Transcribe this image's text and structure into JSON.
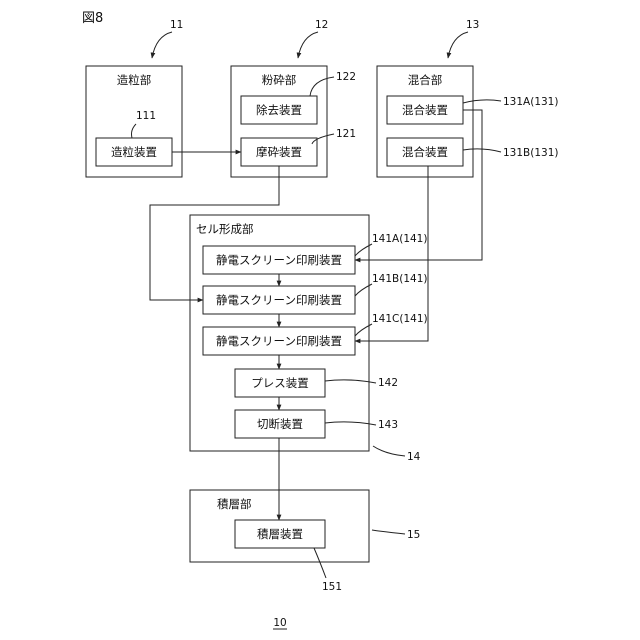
{
  "figure_label": "図8",
  "figure_number": "10",
  "units": {
    "granulation": {
      "ref": "11",
      "title": "造粒部",
      "device": {
        "ref": "111",
        "label": "造粒装置"
      }
    },
    "grinding": {
      "ref": "12",
      "title": "粉砕部",
      "removal": {
        "ref": "122",
        "label": "除去装置"
      },
      "crusher": {
        "ref": "121",
        "label": "摩砕装置"
      }
    },
    "mixing": {
      "ref": "13",
      "title": "混合部",
      "mixer_a": {
        "ref": "131A(131)",
        "label": "混合装置"
      },
      "mixer_b": {
        "ref": "131B(131)",
        "label": "混合装置"
      }
    },
    "cell_forming": {
      "ref": "14",
      "title": "セル形成部",
      "printer_a": {
        "ref": "141A(141)",
        "label": "静電スクリーン印刷装置"
      },
      "printer_b": {
        "ref": "141B(141)",
        "label": "静電スクリーン印刷装置"
      },
      "printer_c": {
        "ref": "141C(141)",
        "label": "静電スクリーン印刷装置"
      },
      "press": {
        "ref": "142",
        "label": "プレス装置"
      },
      "cutter": {
        "ref": "143",
        "label": "切断装置"
      }
    },
    "stacking": {
      "ref": "15",
      "title": "積層部",
      "device": {
        "ref": "151",
        "label": "積層装置"
      }
    }
  }
}
